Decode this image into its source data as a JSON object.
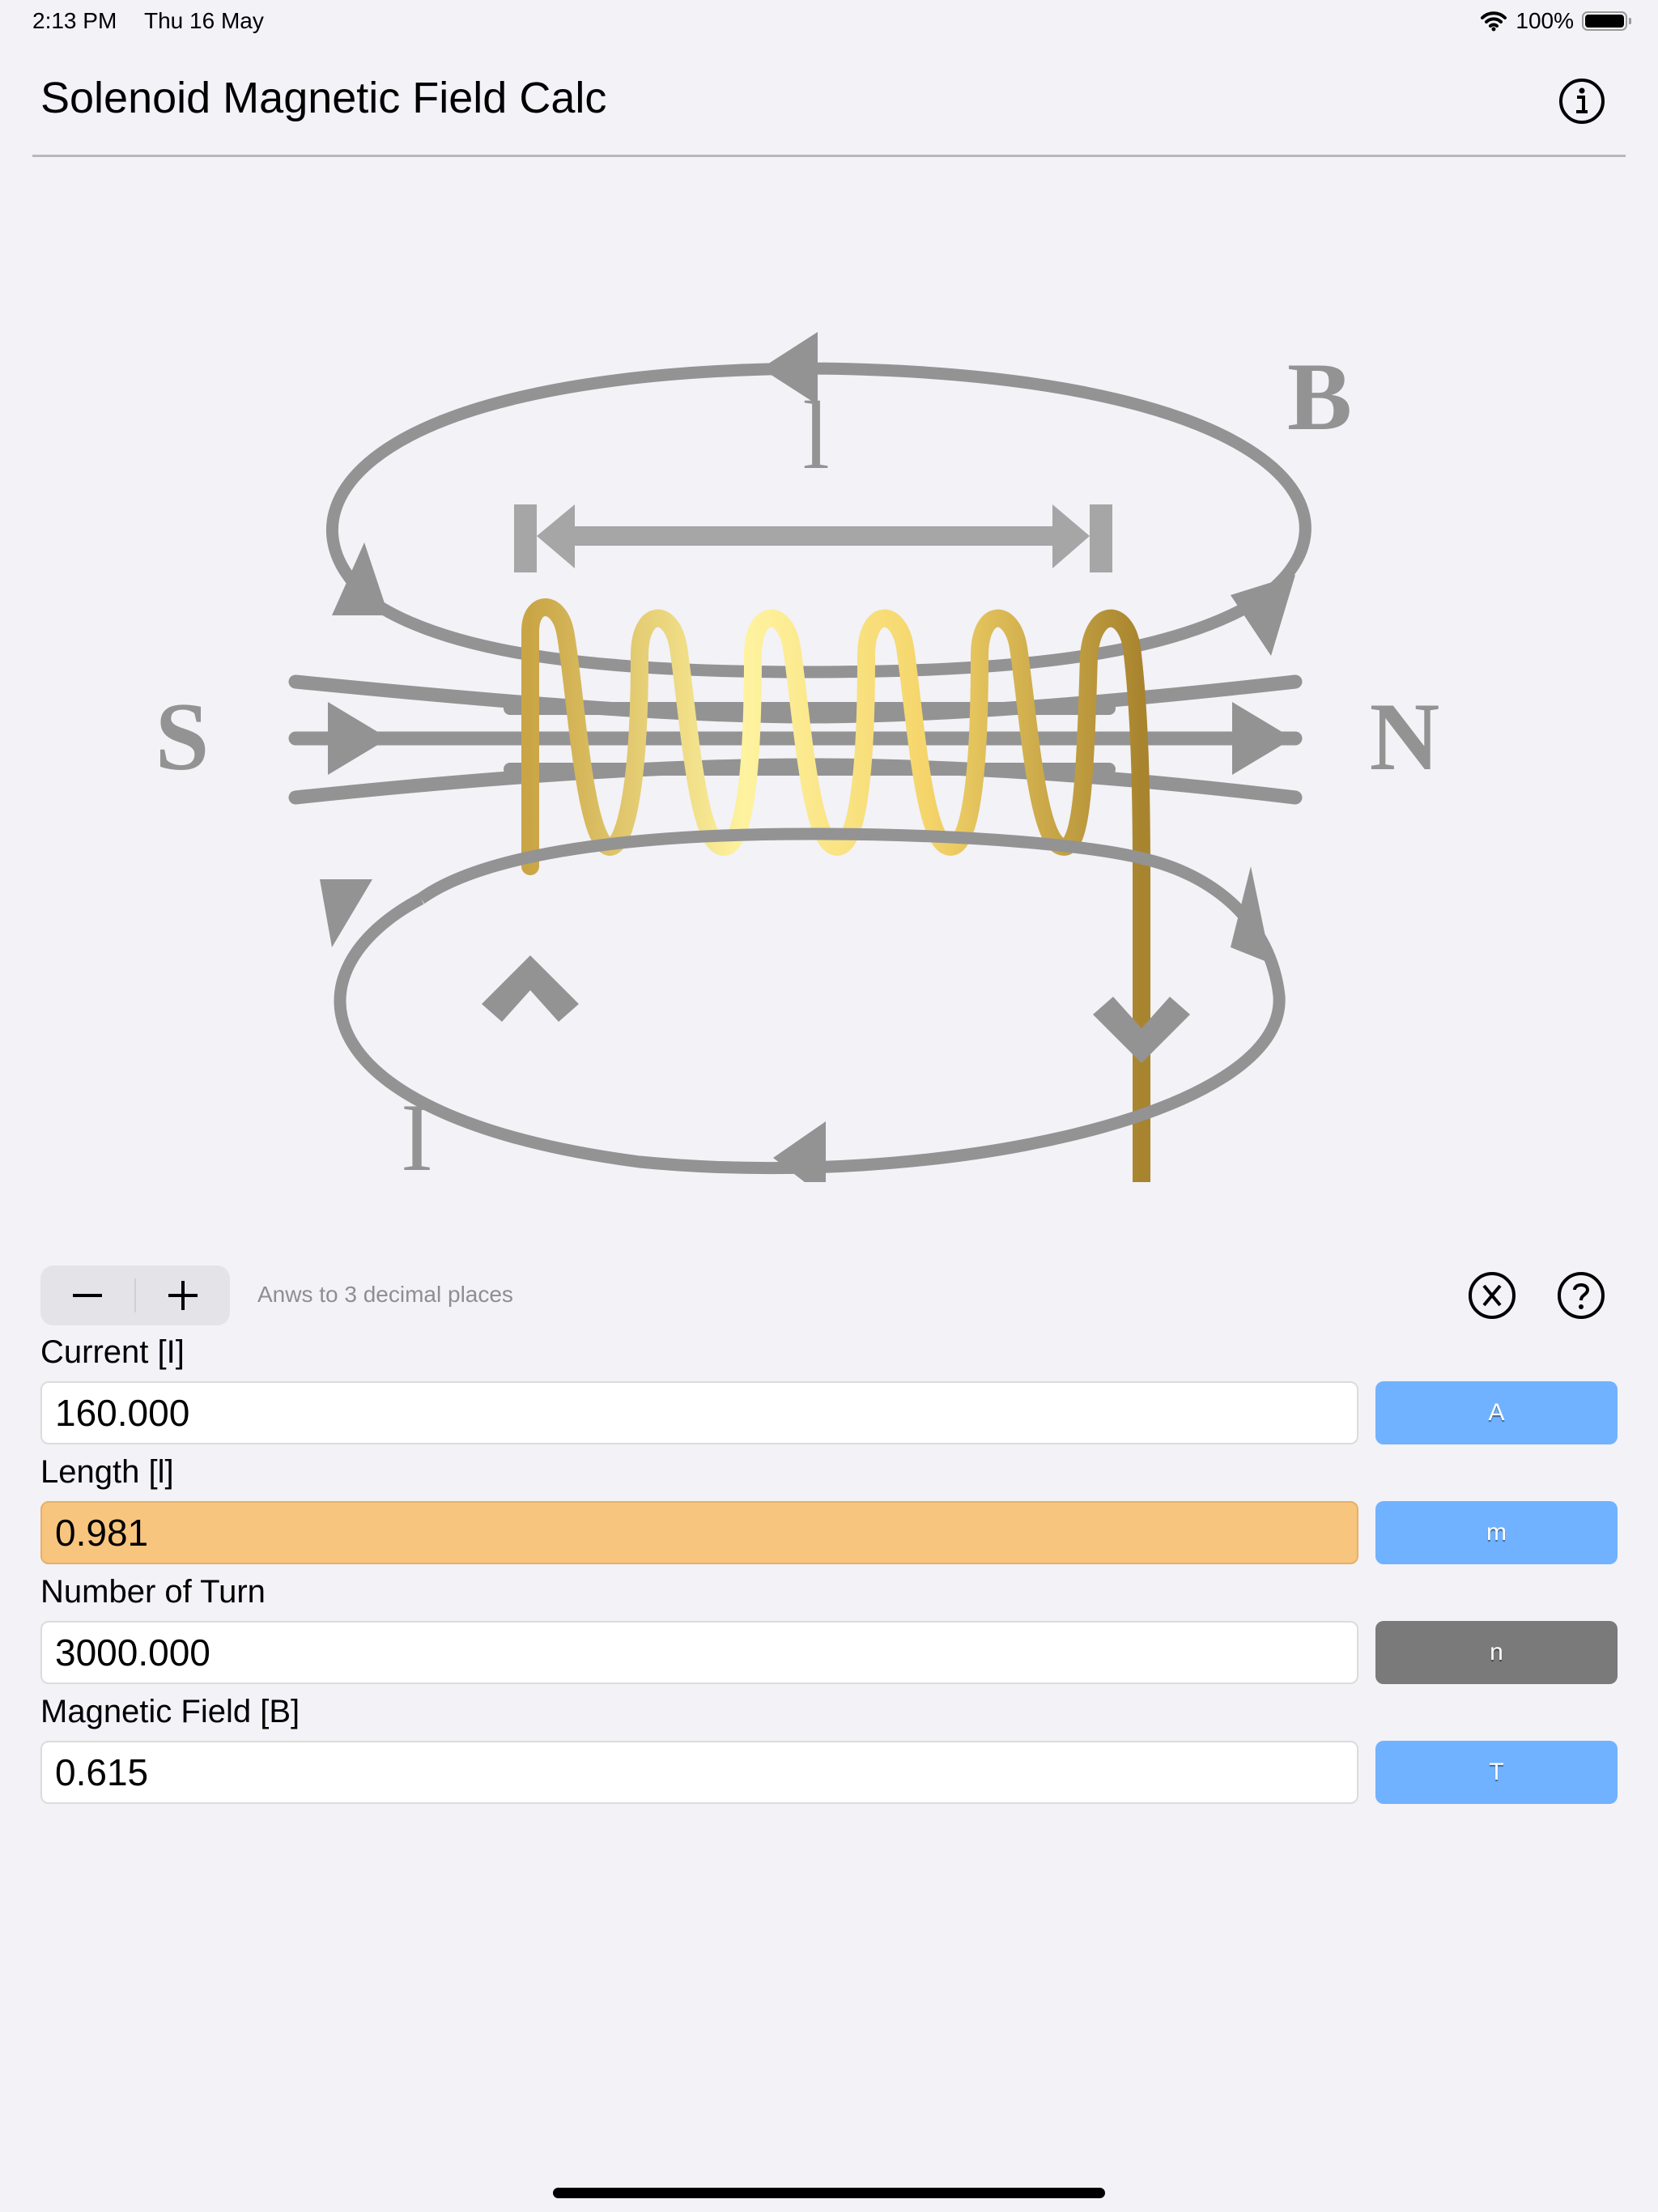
{
  "status_bar": {
    "time": "2:13 PM",
    "date": "Thu 16 May",
    "battery_percent": "100%",
    "icons": [
      "wifi-icon",
      "battery-icon"
    ]
  },
  "nav": {
    "title": "Solenoid Magnetic Field Calc",
    "info_icon": "info-circle-icon"
  },
  "diagram": {
    "labels": {
      "south": "S",
      "north": "N",
      "field": "B",
      "length": "l",
      "current": "I"
    },
    "colors": {
      "field_lines": "#939393",
      "length_arrow": "#a6a6a6",
      "coil": "#f7d96a"
    }
  },
  "toolbar": {
    "decrease_label": "−",
    "increase_label": "+",
    "precision_text": "Anws to 3 decimal places",
    "clear_icon": "x-circle-icon",
    "help_icon": "question-circle-icon"
  },
  "fields": [
    {
      "label": "Current [I]",
      "value": "160.000",
      "unit": "A",
      "active": false,
      "unit_enabled": true
    },
    {
      "label": "Length [l]",
      "value": "0.981",
      "unit": "m",
      "active": true,
      "unit_enabled": true
    },
    {
      "label": "Number of Turn",
      "value": "3000.000",
      "unit": "n",
      "active": false,
      "unit_enabled": false
    },
    {
      "label": "Magnetic Field [B]",
      "value": "0.615",
      "unit": "T",
      "active": false,
      "unit_enabled": true
    }
  ],
  "colors": {
    "background": "#f2f2f7",
    "unit_button": "#70b2ff",
    "unit_button_disabled": "#7a7a7a",
    "active_field": "#f8c57e"
  }
}
